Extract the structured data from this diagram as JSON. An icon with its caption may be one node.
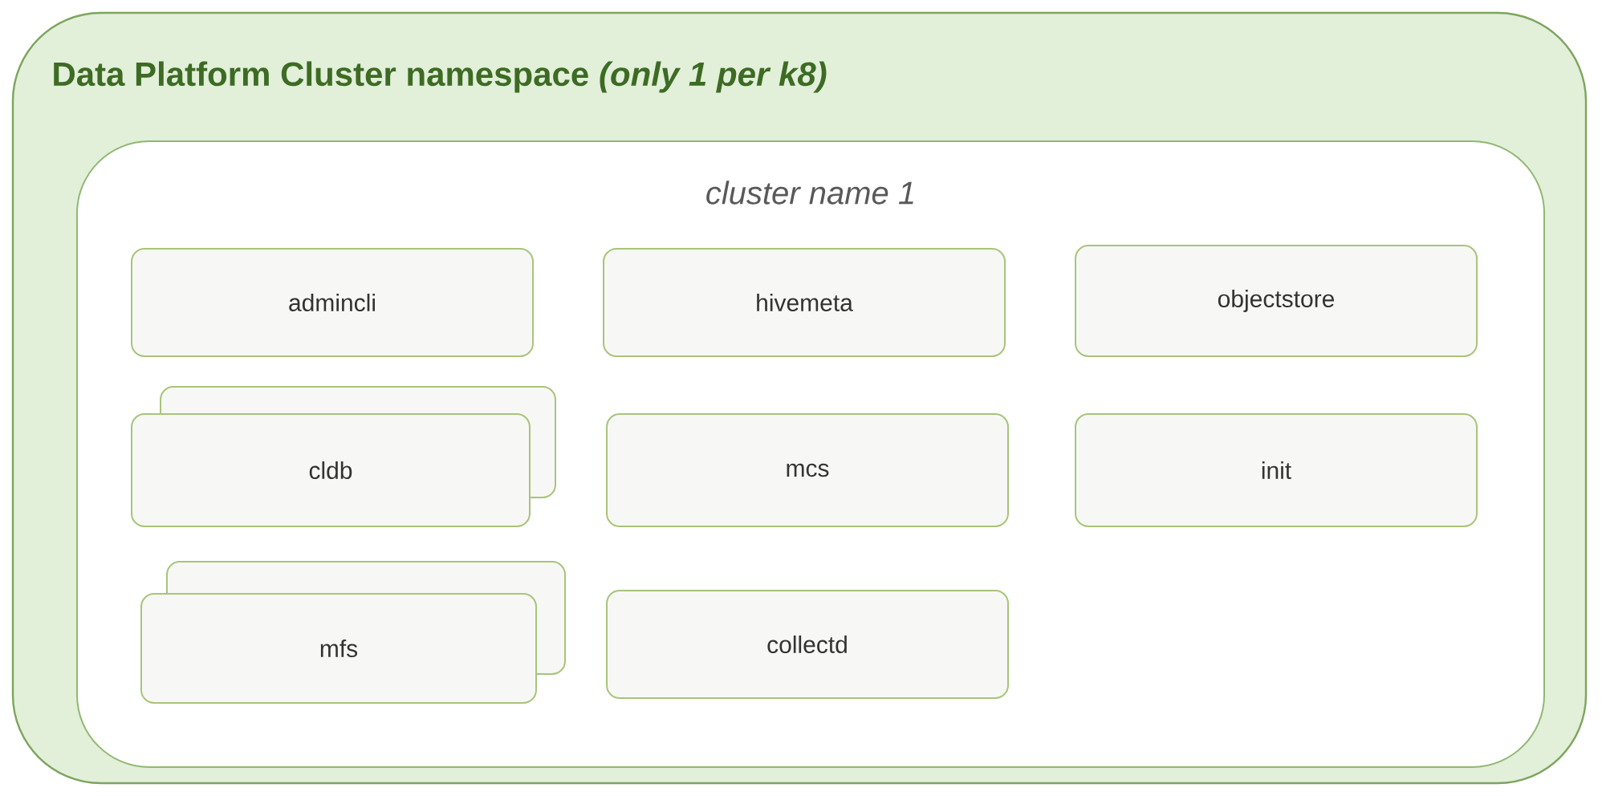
{
  "diagram": {
    "nodes": [
      {
        "text": [
          "Data Platform Cluster namespace *(only 1 per k8)*"
        ]
      },
      {
        "text": [
          "cluster name 1"
        ],
        "in": 0
      },
      {
        "text": [
          "admincli"
        ],
        "in": 1
      },
      {
        "text": [
          "hivemeta"
        ],
        "in": 1
      },
      {
        "text": [
          "objectstore"
        ],
        "in": 1
      },
      {
        "text": [
          "cldb"
        ],
        "in": 1
      },
      {
        "text": [
          "mcs"
        ],
        "in": 1
      },
      {
        "text": [
          "init"
        ],
        "in": 1
      },
      {
        "text": [
          "mfs"
        ],
        "in": 1
      },
      {
        "text": [
          "collectd"
        ],
        "in": 1
      }
    ],
    "edges": []
  }
}
